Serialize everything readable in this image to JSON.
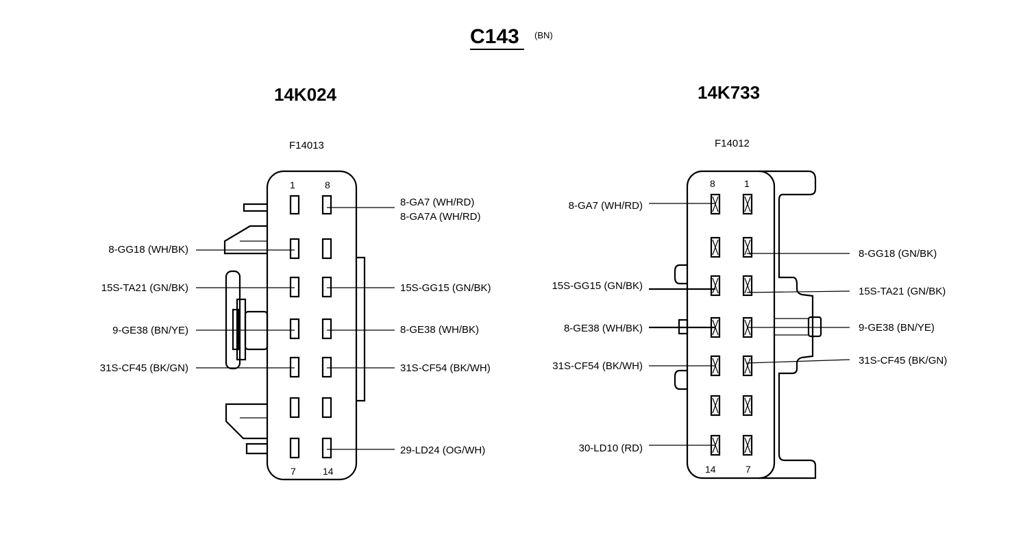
{
  "title": "C143",
  "title_suffix": "(BN)",
  "left": {
    "connector": "14K024",
    "part": "F14013",
    "pin_top_left": "1",
    "pin_top_right": "8",
    "pin_bottom_left": "7",
    "pin_bottom_right": "14",
    "wires_left": [
      "8-GG18 (WH/BK)",
      "15S-TA21 (GN/BK)",
      "9-GE38 (BN/YE)",
      "31S-CF45 (BK/GN)"
    ],
    "wires_right": [
      "8-GA7 (WH/RD)",
      "8-GA7A (WH/RD)",
      "15S-GG15 (GN/BK)",
      "8-GE38 (WH/BK)",
      "31S-CF54 (BK/WH)",
      "29-LD24 (OG/WH)"
    ]
  },
  "right": {
    "connector": "14K733",
    "part": "F14012",
    "pin_top_left": "8",
    "pin_top_right": "1",
    "pin_bottom_left": "14",
    "pin_bottom_right": "7",
    "wires_left": [
      "8-GA7 (WH/RD)",
      "15S-GG15 (GN/BK)",
      "8-GE38 (WH/BK)",
      "31S-CF54 (BK/WH)",
      "30-LD10 (RD)"
    ],
    "wires_right": [
      "8-GG18 (GN/BK)",
      "15S-TA21 (GN/BK)",
      "9-GE38 (BN/YE)",
      "31S-CF45 (BK/GN)"
    ]
  }
}
